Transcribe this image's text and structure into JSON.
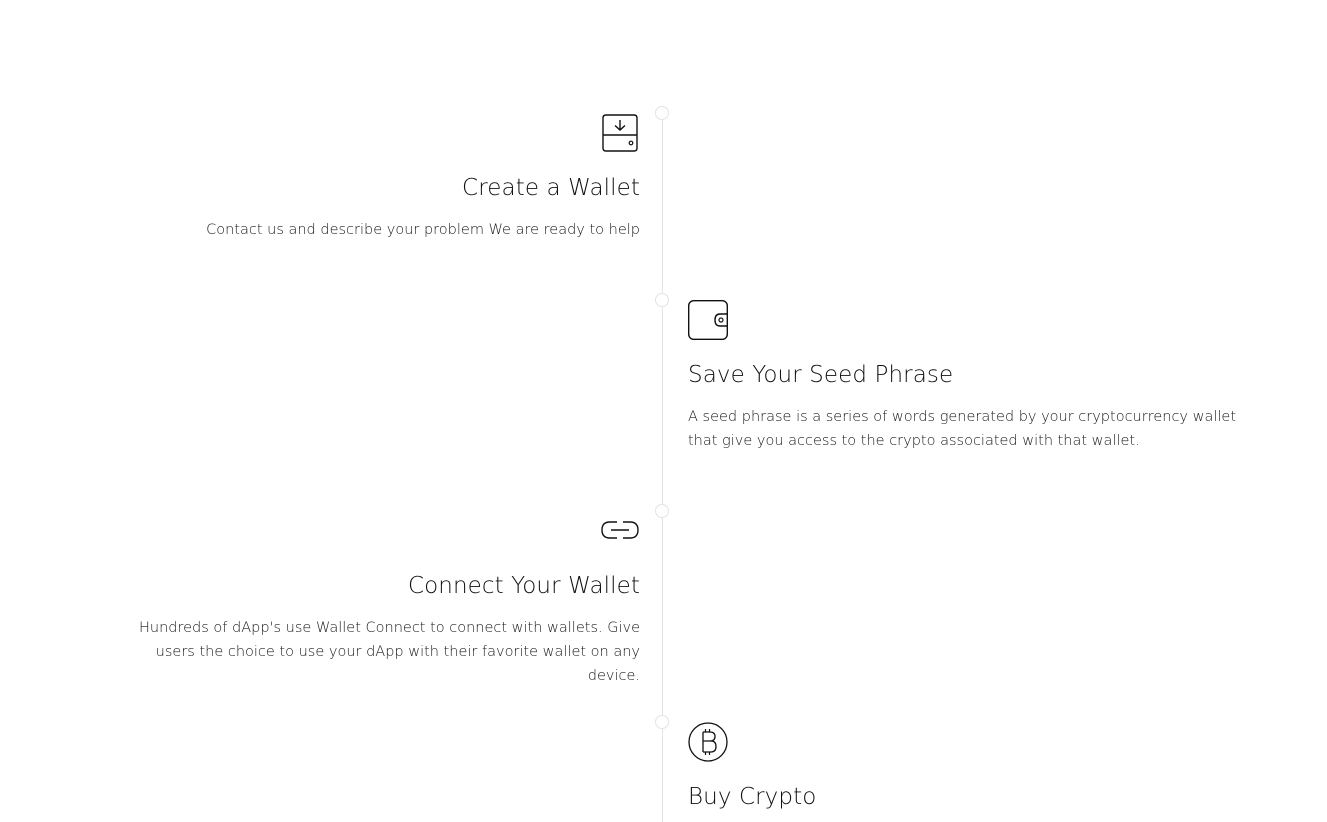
{
  "steps": [
    {
      "icon": "wallet-download-icon",
      "title": "Create a Wallet",
      "description": "Contact us and describe your problem We are ready to help"
    },
    {
      "icon": "wallet-icon",
      "title": "Save Your Seed Phrase",
      "description": "A seed phrase is a series of words generated by your cryptocurrency wallet that give you access to the crypto associated with that wallet."
    },
    {
      "icon": "link-icon",
      "title": "Connect Your Wallet",
      "description": "Hundreds of dApp's use Wallet Connect to connect with wallets. Give users the choice to use your dApp with their favorite wallet on any device."
    },
    {
      "icon": "bitcoin-icon",
      "title": "Buy Crypto",
      "description": ""
    }
  ],
  "colors": {
    "text": "#111111",
    "timeline": "#e3e3e3",
    "background": "#ffffff"
  }
}
